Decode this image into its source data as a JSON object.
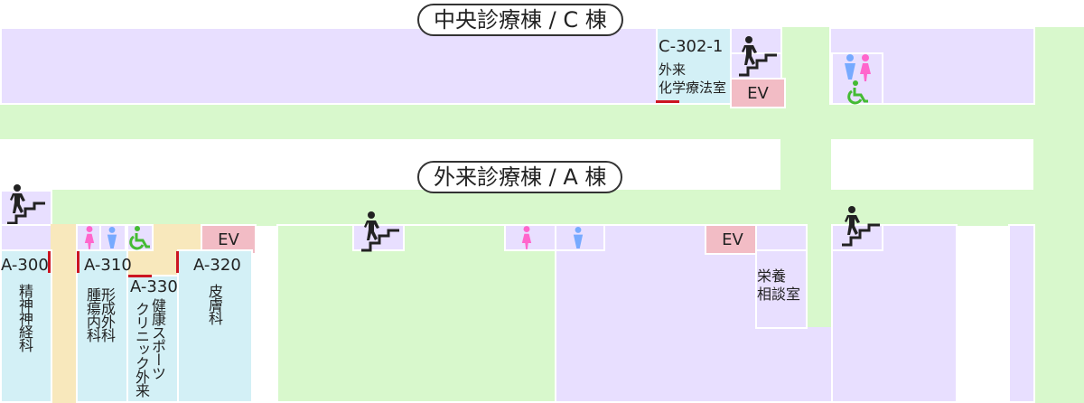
{
  "buildings": {
    "c_building": {
      "label": "中央診療棟 / C 棟"
    },
    "a_building": {
      "label": "外来診療棟 / A 棟"
    }
  },
  "rooms": {
    "c302_1": {
      "code": "C-302-1",
      "name_line1": "外来",
      "name_line2": "化学療法室"
    },
    "a300": {
      "code": "A-300",
      "name": "精神神経科"
    },
    "a310": {
      "code": "A-310",
      "name_col1": "腫瘍内科",
      "name_col2": "形成外科"
    },
    "a330": {
      "code": "A-330",
      "name_col1": "クリニック外来",
      "name_col2": "健康スポーツ"
    },
    "a320": {
      "code": "A-320",
      "name": "皮膚科"
    },
    "nutrition": {
      "name_line1": "栄養",
      "name_line2": "相談室"
    }
  },
  "facilities": {
    "ev_c": "EV",
    "ev_a_left": "EV",
    "ev_a_right": "EV"
  },
  "colors": {
    "corridor": "#d8f8cc",
    "area": "#e8dfff",
    "clinic": "#d3f0f6",
    "waiting": "#f8e8bc",
    "elevator": "#f2bcc5",
    "entrance": "#cc1522",
    "female": "#ff66cc",
    "male": "#77aaff",
    "accessible": "#44bb33"
  }
}
